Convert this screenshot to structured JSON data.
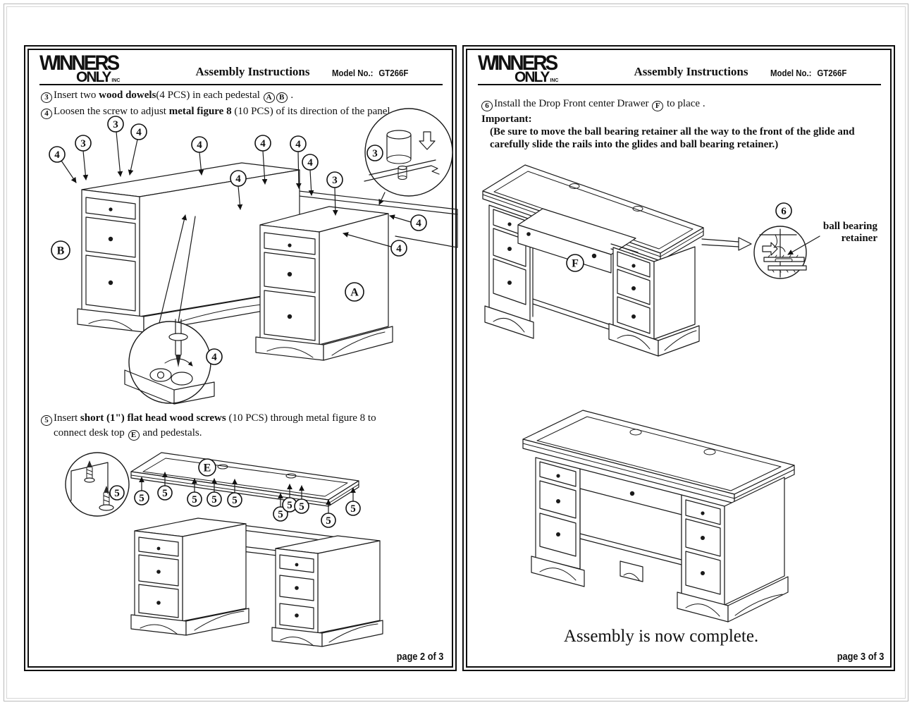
{
  "brand": {
    "word1": "WINNERS",
    "word2": "ONLY",
    "suffix": "INC"
  },
  "header": {
    "title": "Assembly Instructions",
    "model_label": "Model No.:",
    "model_value": "GT266F"
  },
  "callouts": {
    "n3": "3",
    "n4": "4",
    "n5": "5",
    "n6": "6",
    "a": "A",
    "b": "B",
    "e": "E",
    "f": "F"
  },
  "page2": {
    "step3": {
      "num": "3",
      "t1": "Insert two ",
      "b1": "wood  dowels",
      "t2": "(4 PCS) in each pedestal ",
      "t3": " ."
    },
    "step4": {
      "num": "4",
      "t1": "Loosen the screw to adjust ",
      "b1": "metal figure 8",
      "t2": " (10 PCS) of  its direction of the panel."
    },
    "step5": {
      "num": "5",
      "t1": "Insert ",
      "b1": "short (1\") flat head wood screws",
      "t2": "  (10 PCS) through  metal figure 8  to",
      "l2a": "connect desk top ",
      "l2b": " and pedestals."
    },
    "footer": "page 2 of 3"
  },
  "page3": {
    "step6": {
      "num": "6",
      "t1": "Install the Drop Front center Drawer ",
      "t2": " to place ."
    },
    "important_label": "Important:",
    "imp1": "(Be sure to move the ball bearing retainer all the way to the front of the glide and",
    "imp2": "carefully slide the rails into the glides and ball bearing retainer.)",
    "retainer_label_1": "ball bearing",
    "retainer_label_2": "retainer",
    "complete": "Assembly is now complete.",
    "footer": "page 3 of 3"
  }
}
